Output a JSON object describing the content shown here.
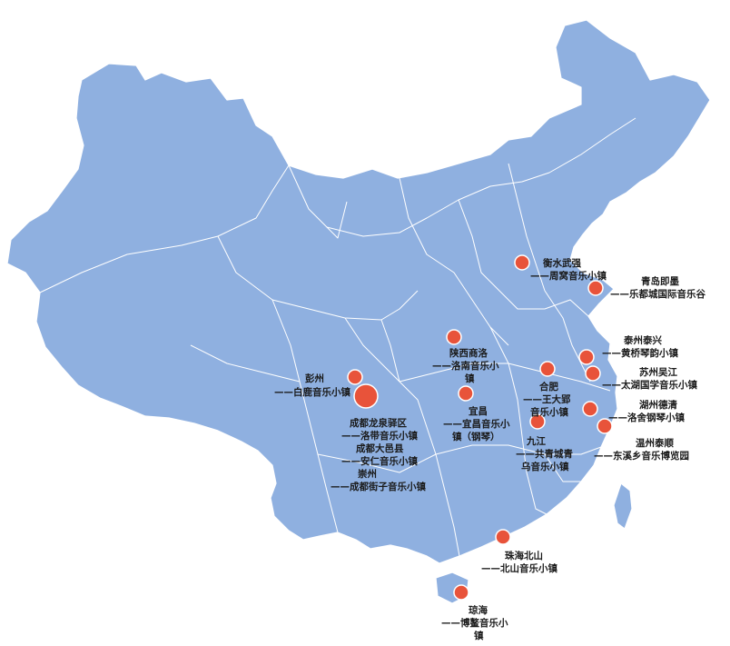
{
  "map": {
    "markers": [
      {
        "id": "hengshui",
        "lines": [
          "衡水武强",
          "——周窝音乐小镇"
        ],
        "size": "small"
      },
      {
        "id": "qingdao",
        "lines": [
          "青岛即墨",
          "——乐都城国际音乐谷"
        ],
        "size": "small"
      },
      {
        "id": "shaanxi",
        "lines": [
          "陕西商洛",
          "——洛南音乐小",
          "镇"
        ],
        "size": "small"
      },
      {
        "id": "taizhou",
        "lines": [
          "泰州泰兴",
          "——黄桥琴韵小镇"
        ],
        "size": "small"
      },
      {
        "id": "suzhou",
        "lines": [
          "苏州吴江",
          "——太湖国学音乐小镇"
        ],
        "size": "small"
      },
      {
        "id": "pengzhou",
        "lines": [
          "彭州",
          "——白鹿音乐小镇"
        ],
        "size": "small"
      },
      {
        "id": "hefei",
        "lines": [
          "合肥",
          "——王大郢",
          "音乐小镇"
        ],
        "size": "small"
      },
      {
        "id": "yichang",
        "lines": [
          "宜昌",
          "——宜昌音乐小",
          "镇（钢琴）"
        ],
        "size": "small"
      },
      {
        "id": "huzhou",
        "lines": [
          "湖州德清",
          "——洛舍钢琴小镇"
        ],
        "size": "small"
      },
      {
        "id": "chengdu",
        "lines": [
          "成都龙泉驿区",
          "——洛带音乐小镇",
          "成都大邑县",
          "——安仁音乐小镇",
          "崇州",
          "——成都街子音乐小镇"
        ],
        "size": "large"
      },
      {
        "id": "jiujiang",
        "lines": [
          "九江",
          "——共青城青",
          "乌音乐小镇"
        ],
        "size": "small"
      },
      {
        "id": "wenzhou",
        "lines": [
          "温州泰顺",
          "——东溪乡音乐博览园"
        ],
        "size": "small"
      },
      {
        "id": "zhuhai",
        "lines": [
          "珠海北山",
          "——北山音乐小镇"
        ],
        "size": "small"
      },
      {
        "id": "qionghai",
        "lines": [
          "琼海",
          "——博鳌音乐小",
          "镇"
        ],
        "size": "small"
      }
    ]
  }
}
